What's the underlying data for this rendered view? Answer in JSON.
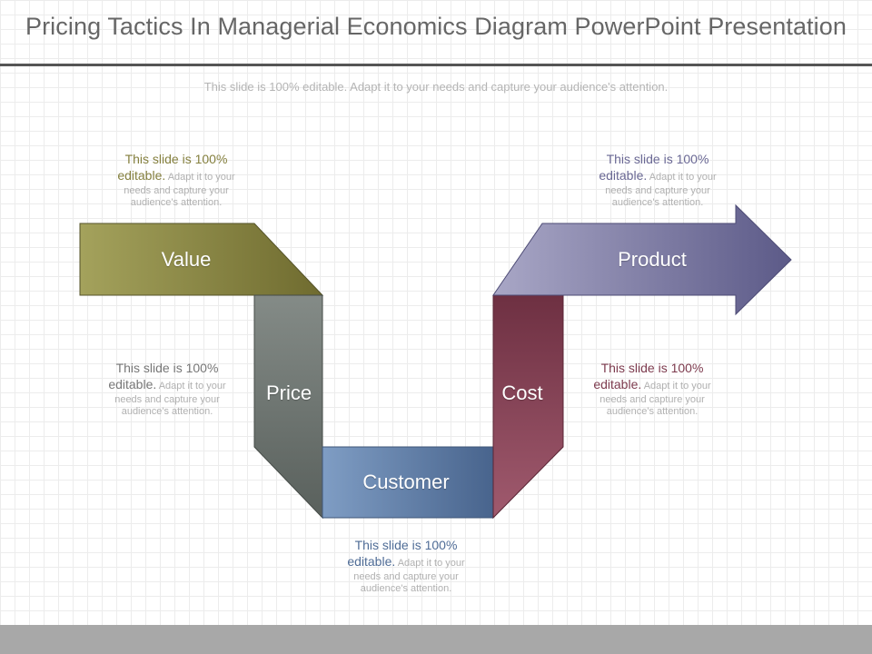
{
  "title": "Pricing Tactics In Managerial Economics Diagram PowerPoint Presentation",
  "subtitle": "This slide is 100% editable. Adapt it to your needs and capture your audience's attention.",
  "segments": {
    "value": {
      "label": "Value",
      "color": "#8f8c49"
    },
    "price": {
      "label": "Price",
      "color": "#6d7470"
    },
    "customer": {
      "label": "Customer",
      "color": "#5f7ea8"
    },
    "cost": {
      "label": "Cost",
      "color": "#8a4457"
    },
    "product": {
      "label": "Product",
      "color": "#7e7ca2"
    }
  },
  "notes": {
    "value": {
      "lead_line1": "This slide is 100%",
      "lead_word2": "editable.",
      "rest_line2": " Adapt it to your",
      "rest_lines": "needs and capture your audience's attention.",
      "color": "#85803f"
    },
    "price": {
      "lead_line1": "This slide is 100%",
      "lead_word2": "editable.",
      "rest_line2": " Adapt it to your",
      "rest_lines": "needs and capture your audience's attention.",
      "color": "#777777"
    },
    "customer": {
      "lead_line1": "This slide is 100%",
      "lead_word2": "editable.",
      "rest_line2": " Adapt it to your",
      "rest_lines": "needs and capture your audience's attention.",
      "color": "#4f6c96"
    },
    "cost": {
      "lead_line1": "This slide is 100%",
      "lead_word2": "editable.",
      "rest_line2": " Adapt it to your",
      "rest_lines": "needs and capture your audience's attention.",
      "color": "#7d3b4e"
    },
    "product": {
      "lead_line1": "This slide is 100%",
      "lead_word2": "editable.",
      "rest_line2": " Adapt it to your",
      "rest_lines": "needs and capture your audience's attention.",
      "color": "#6a6894"
    }
  }
}
